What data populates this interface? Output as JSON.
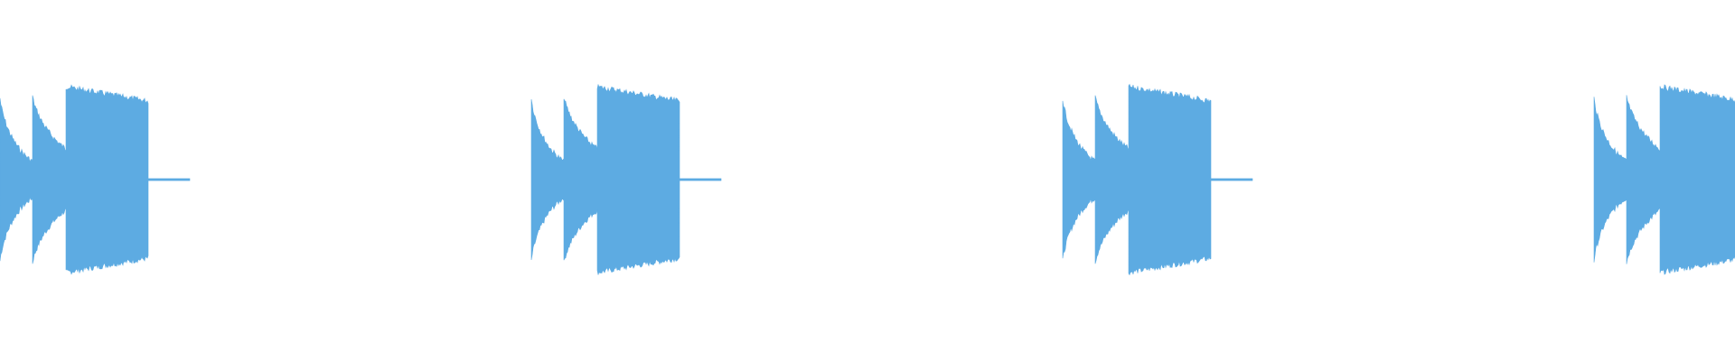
{
  "waveform": {
    "color": "#5dabe2",
    "background": "#ffffff",
    "loop_count": 4,
    "segments": [
      {
        "type": "decay",
        "peak_amplitude": 0.88,
        "end_amplitude": 0.22
      },
      {
        "type": "decay",
        "peak_amplitude": 0.9,
        "end_amplitude": 0.35
      },
      {
        "type": "sustain",
        "peak_amplitude": 1.0,
        "end_amplitude": 0.85
      },
      {
        "type": "tail",
        "peak_amplitude": 0.01,
        "end_amplitude": 0.01
      }
    ]
  }
}
